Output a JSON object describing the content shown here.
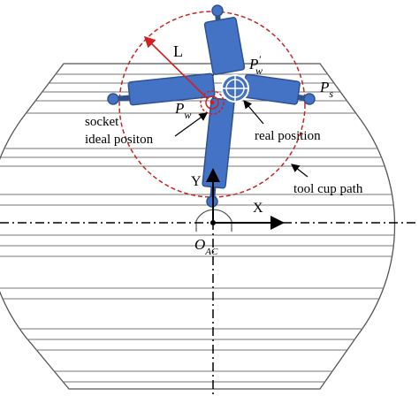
{
  "labels": {
    "L": "L",
    "pw_prime": {
      "main": "P",
      "sup": "′",
      "sub": "w"
    },
    "ps": {
      "main": "P",
      "sub": "s"
    },
    "pw": {
      "main": "P",
      "sub": "w"
    },
    "socket_line1": "socket",
    "socket_line2": "ideal positon",
    "real_position": "real position",
    "y_axis": "Y",
    "x_axis": "X",
    "tool_cup_path": "tool cup path",
    "origin": {
      "main": "O",
      "sub": "AC"
    }
  },
  "colors": {
    "arm_fill": "#4472c4",
    "arm_stroke": "#2f528f",
    "red": "#cc2222",
    "line": "#555555",
    "black": "#000000"
  }
}
